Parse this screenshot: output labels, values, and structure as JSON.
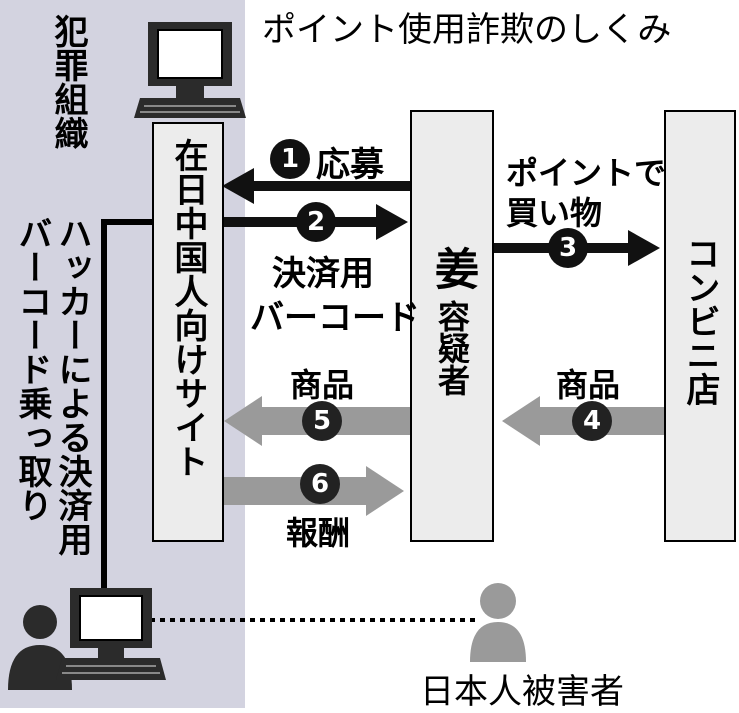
{
  "title": "ポイント使用詐欺のしくみ",
  "org_label": "犯罪組織",
  "site_label": "在日中国人向けサイト",
  "hacker_label_line1": "ハッカーによる決済用",
  "hacker_label_line2": "バーコード乗っ取り",
  "suspect_name": "姜",
  "suspect_suffix": "容疑者",
  "store_label": "コンビニ店",
  "victim_label": "日本人被害者",
  "steps": [
    {
      "num": "1",
      "label": "応募"
    },
    {
      "num": "2",
      "label_line1": "決済用",
      "label_line2": "バーコード"
    },
    {
      "num": "3",
      "label_line1": "ポイントで",
      "label_line2": "買い物"
    },
    {
      "num": "4",
      "label": "商品"
    },
    {
      "num": "5",
      "label": "商品"
    },
    {
      "num": "6",
      "label": "報酬"
    }
  ],
  "colors": {
    "panel": "#d3d3e0",
    "arrow_black": "#111111",
    "arrow_gray": "#9a9a9a",
    "box_fill": "#ececec"
  }
}
